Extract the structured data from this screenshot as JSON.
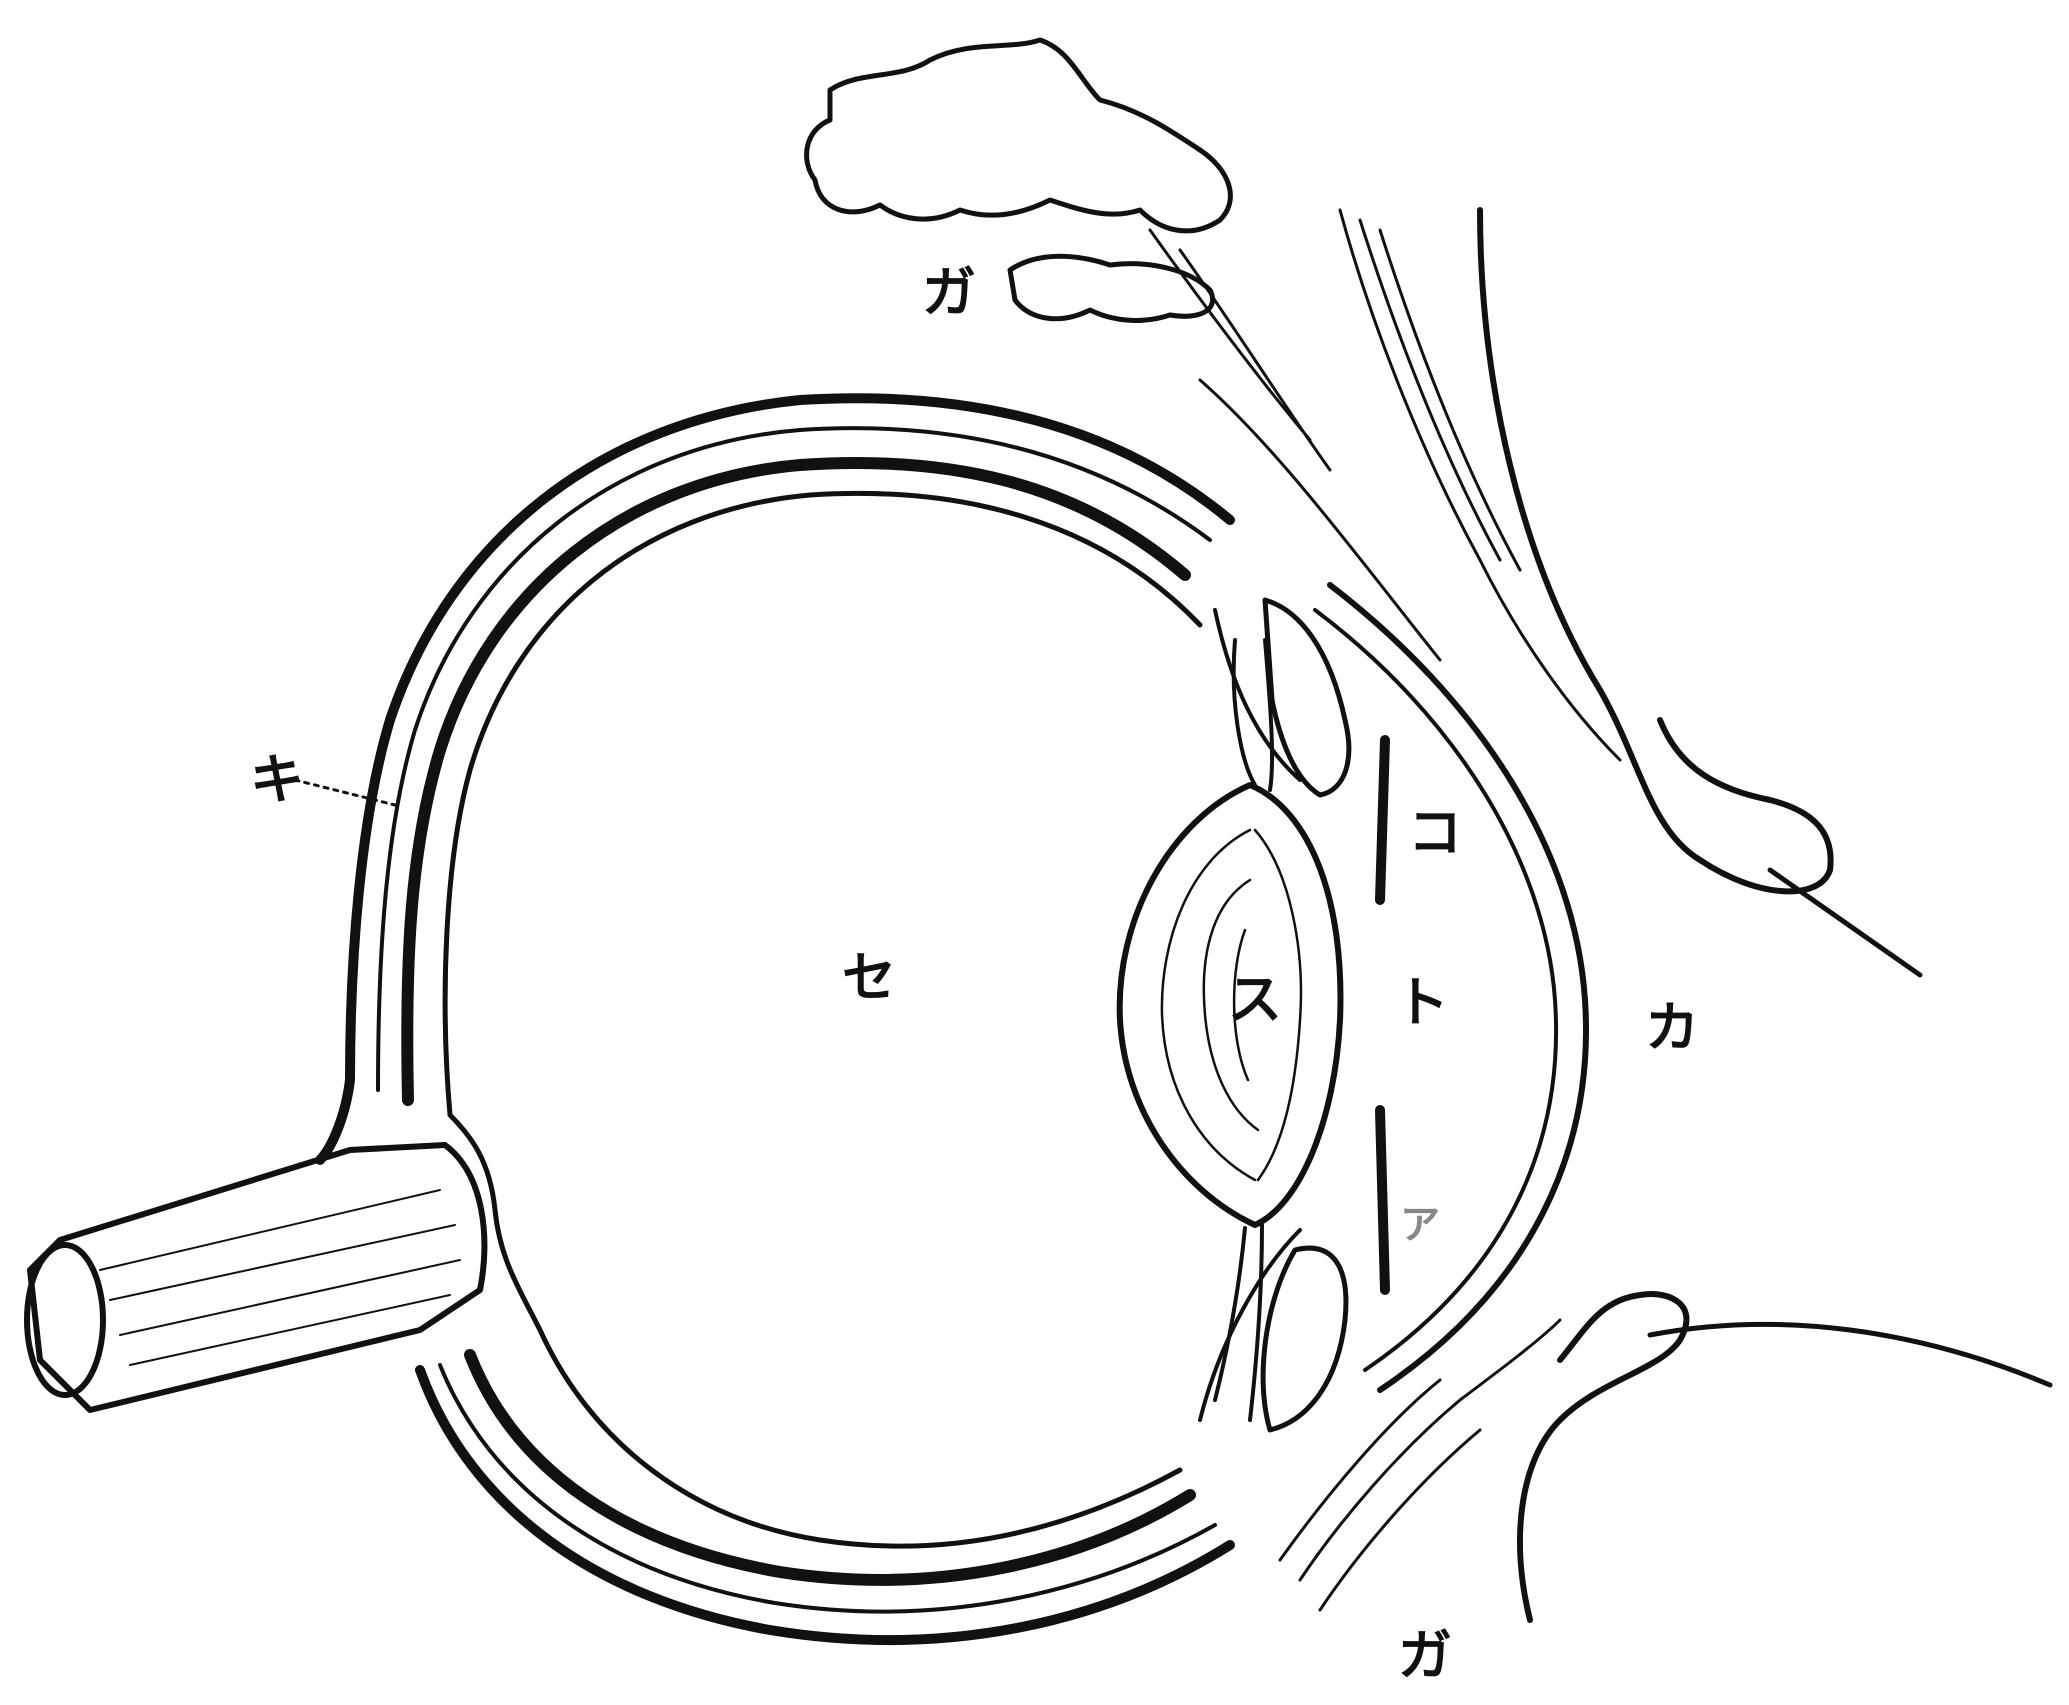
{
  "labels": {
    "upper_gland": "ガ",
    "sclera_layer": "キ",
    "vitreous_body": "セ",
    "lens": "ス",
    "iris_upper": "コ",
    "pupil": "ト",
    "iris_lower": "ア",
    "cornea_front": "カ",
    "lower_lid": "ガ"
  },
  "colors": {
    "ink": "#111111",
    "paper": "#ffffff"
  }
}
